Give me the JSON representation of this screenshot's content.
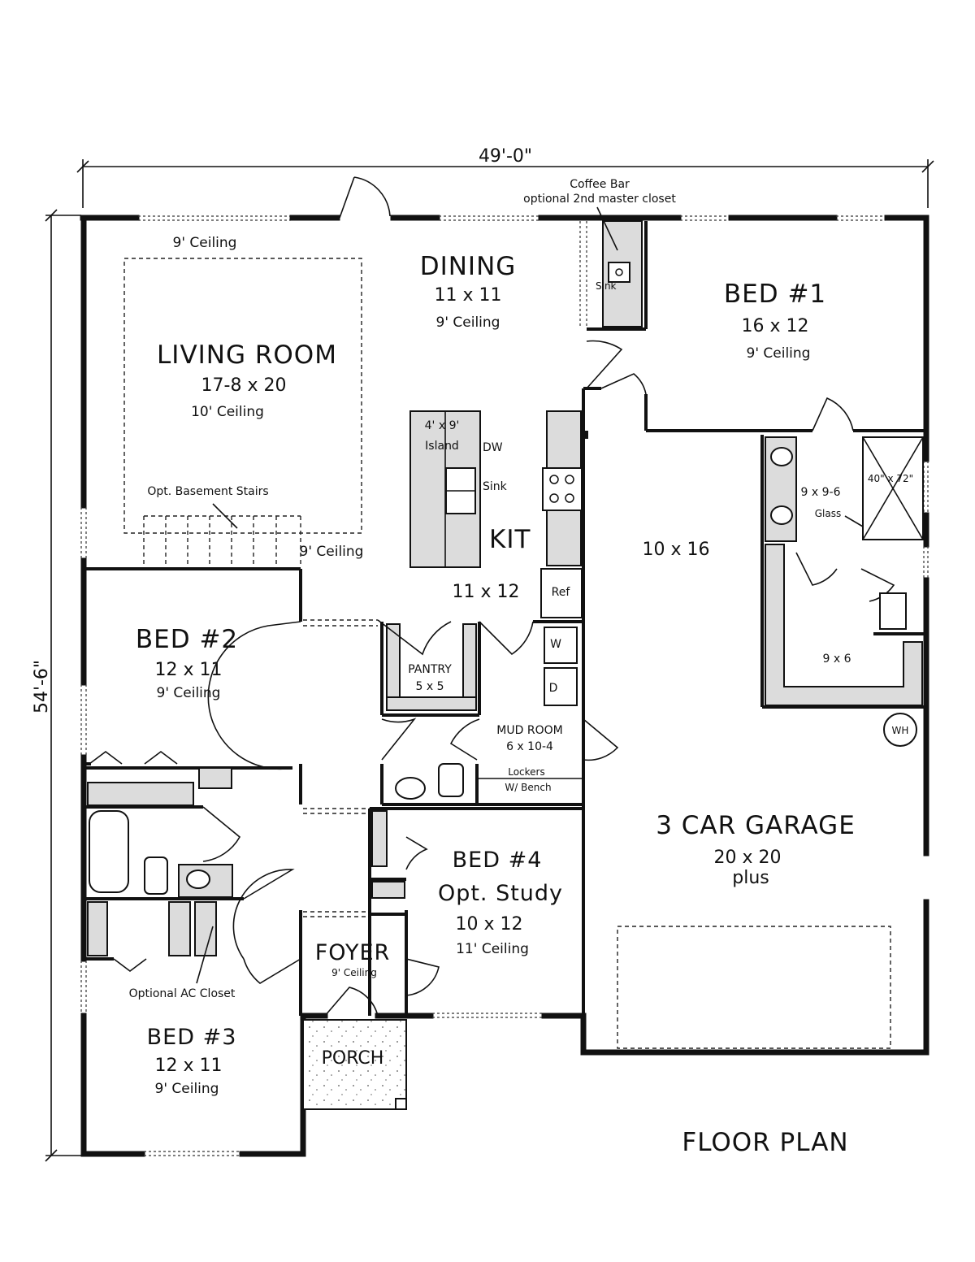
{
  "dimensions": {
    "width": "49'-0\"",
    "depth": "54'-6\""
  },
  "title": "FLOOR PLAN",
  "rooms": {
    "living": {
      "name": "LIVING ROOM",
      "size": "17-8 x 20",
      "ceiling": "10' Ceiling",
      "ceiling_upper": "9' Ceiling"
    },
    "dining": {
      "name": "DINING",
      "size": "11 x 11",
      "ceiling": "9' Ceiling"
    },
    "bed1": {
      "name": "BED #1",
      "size": "16 x 12",
      "ceiling": "9' Ceiling"
    },
    "kitchen": {
      "name": "KIT",
      "size": "11 x 12",
      "ceiling": "9' Ceiling"
    },
    "master_bath": {
      "size": "9 x 9-6",
      "shower": "40\" x 72\"",
      "glass": "Glass"
    },
    "master_closet": {
      "size": "10 x 16"
    },
    "wic": {
      "size": "9 x 6"
    },
    "bed2": {
      "name": "BED #2",
      "size": "12 x 11",
      "ceiling": "9' Ceiling"
    },
    "bed3": {
      "name": "BED #3",
      "size": "12 x 11",
      "ceiling": "9' Ceiling"
    },
    "bed4": {
      "name": "BED #4",
      "subtitle": "Opt. Study",
      "size": "10 x 12",
      "ceiling": "11' Ceiling"
    },
    "pantry": {
      "name": "PANTRY",
      "size": "5 x 5"
    },
    "mud": {
      "name": "MUD ROOM",
      "size": "6 x 10-4",
      "lockers_line1": "Lockers",
      "lockers_line2": "W/ Bench"
    },
    "garage": {
      "name": "3 CAR GARAGE",
      "size": "20 x 20",
      "plus": "plus",
      "water_heater": "WH"
    },
    "foyer": {
      "name": "FOYER",
      "ceiling": "9' Ceiling"
    },
    "porch": {
      "name": "PORCH"
    }
  },
  "annotations": {
    "coffee_bar_line1": "Coffee Bar",
    "coffee_bar_line2": "optional 2nd master closet",
    "coffee_sink": "Sink",
    "basement_stairs": "Opt. Basement Stairs",
    "island_line1": "4' x 9'",
    "island_line2": "Island",
    "dishwasher": "DW",
    "kitchen_sink": "Sink",
    "refrigerator": "Ref",
    "washer": "W",
    "dryer": "D",
    "ac_closet": "Optional AC Closet"
  }
}
